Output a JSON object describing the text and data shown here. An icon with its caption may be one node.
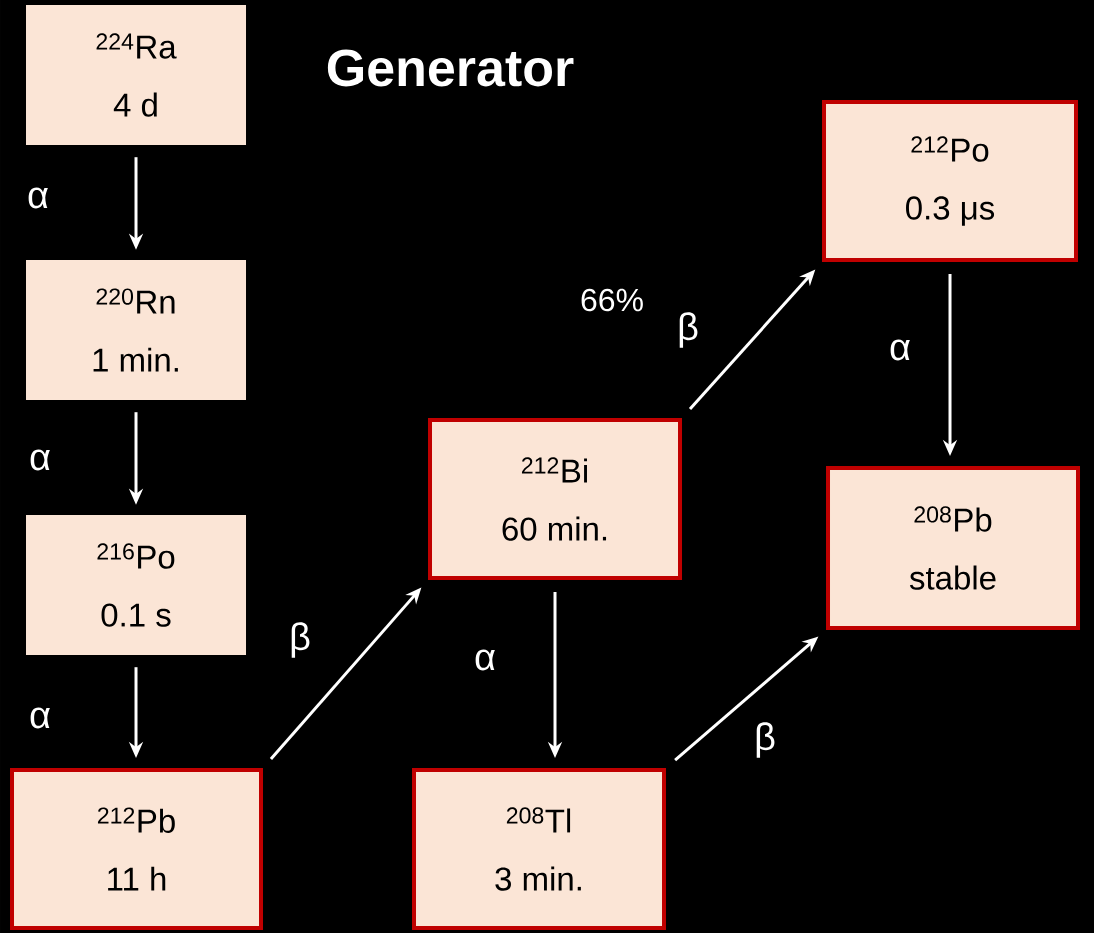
{
  "diagram": {
    "title": "Generator",
    "nodes": [
      {
        "text": [
          "$^{224}$Ra",
          "4 d"
        ]
      },
      {
        "text": [
          "$^{220}$Rn",
          "1 min."
        ]
      },
      {
        "text": [
          "$^{216}$Po",
          "0.1 s"
        ]
      },
      {
        "text": [
          "$^{212}$Pb",
          "11 h"
        ]
      },
      {
        "text": [
          "$^{212}$Bi",
          "60 min."
        ]
      },
      {
        "text": [
          "$^{208}$Tl",
          "3 min."
        ]
      },
      {
        "text": [
          "$^{212}$Po",
          "0.3 μs"
        ]
      },
      {
        "text": [
          "$^{208}$Pb",
          "stable"
        ]
      }
    ],
    "edges": [
      {
        "from": 0,
        "to": 1,
        "arrow": "to",
        "label": "α"
      },
      {
        "from": 1,
        "to": 2,
        "arrow": "to",
        "label": "α"
      },
      {
        "from": 2,
        "to": 3,
        "arrow": "to",
        "label": "α"
      },
      {
        "from": 3,
        "to": 4,
        "arrow": "to",
        "label": "β"
      },
      {
        "from": 4,
        "to": 6,
        "arrow": "to",
        "label": "β"
      },
      {
        "from": 4,
        "to": 5,
        "arrow": "to",
        "label": "α"
      },
      {
        "from": 5,
        "to": 7,
        "arrow": "to",
        "label": "β"
      },
      {
        "from": 6,
        "to": 7,
        "arrow": "to",
        "label": "α"
      }
    ],
    "labels": [
      "66%"
    ]
  }
}
